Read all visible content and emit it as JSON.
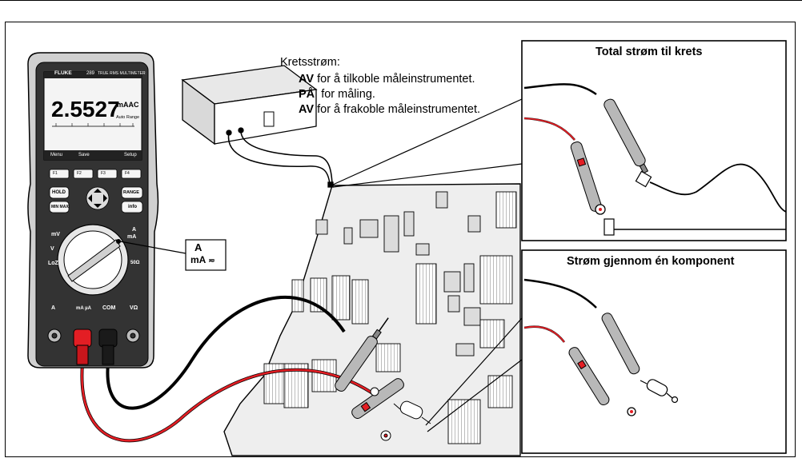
{
  "instructions": {
    "title": "Kretsstrøm:",
    "steps": [
      {
        "state": "AV",
        "text": "for å tilkoble måleinstrumentet."
      },
      {
        "state": "PÅ",
        "text": "for måling."
      },
      {
        "state": "AV",
        "text": "for å frakoble måleinstrumentet."
      }
    ]
  },
  "panels": {
    "total": {
      "title": "Total strøm til krets"
    },
    "component": {
      "title": "Strøm gjennom én komponent"
    }
  },
  "meter": {
    "brand": "FLUKE",
    "model": "289",
    "model_desc": "TRUE RMS MULTIMETER",
    "reading": "2.5527",
    "unit": "mAAC",
    "range_text": "Auto Range",
    "softkeys": [
      "Menu",
      "Save",
      "",
      "Setup"
    ],
    "func_keys": [
      "F1",
      "F2",
      "F3",
      "F4"
    ],
    "buttons": {
      "hold": "HOLD",
      "range": "RANGE",
      "minmax": "MIN MAX",
      "info": "info"
    },
    "dial_labels": {
      "mv": "mV",
      "v": "V",
      "loz": "LoZ",
      "a": "A",
      "ma": "mA",
      "ohm": "50Ω"
    },
    "jacks": {
      "a": "A",
      "ma": "mA µA",
      "com": "COM",
      "v": "VΩ"
    }
  },
  "callout": {
    "line1": "A",
    "line2": "mA"
  }
}
